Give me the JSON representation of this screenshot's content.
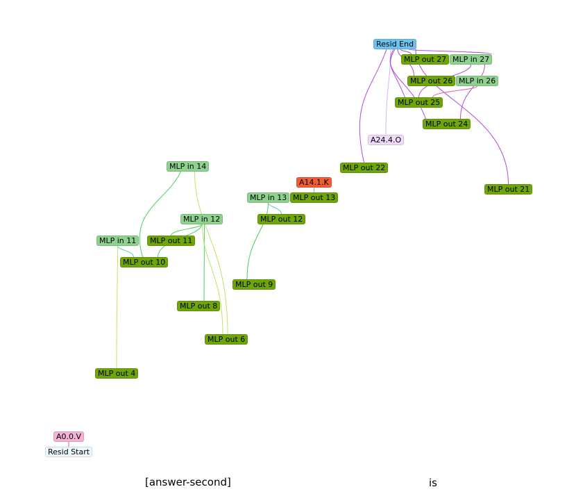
{
  "colors": {
    "mlp_out": "#6ea60a",
    "mlp_in": "#8fd18f",
    "resid_end": "#6cc3ef",
    "resid_start": "#eef8ff",
    "a24": "#f0dbfa",
    "a14": "#f25c35",
    "a0": "#f7b3d6",
    "edge_purple": "#b04ad6",
    "edge_green": "#4ccf5a",
    "edge_lime": "#bfe36a",
    "edge_teal": "#5acfa8",
    "edge_pink": "#e0609a",
    "edge_lavender": "#d8b4ef"
  },
  "nodes": {
    "resid_end": "Resid End",
    "mlp_out_27": "MLP out 27",
    "mlp_in_27": "MLP in 27",
    "mlp_out_26": "MLP out 26",
    "mlp_in_26": "MLP in 26",
    "mlp_out_25": "MLP out 25",
    "mlp_out_24": "MLP out 24",
    "a24_4_o": "A24.4.O",
    "mlp_out_22": "MLP out 22",
    "mlp_out_21": "MLP out 21",
    "mlp_in_14": "MLP in 14",
    "a14_1_k": "A14.1.K",
    "mlp_in_13": "MLP in 13",
    "mlp_out_13": "MLP out 13",
    "mlp_in_12": "MLP in 12",
    "mlp_out_12": "MLP out 12",
    "mlp_in_11": "MLP in 11",
    "mlp_out_11": "MLP out 11",
    "mlp_out_10": "MLP out 10",
    "mlp_out_9": "MLP out 9",
    "mlp_out_8": "MLP out 8",
    "mlp_out_6": "MLP out 6",
    "mlp_out_4": "MLP out 4",
    "a0_0_v": "A0.0.V",
    "resid_start": "Resid Start"
  },
  "tokens": {
    "answer_second": "[answer-second]",
    "is": "is"
  }
}
